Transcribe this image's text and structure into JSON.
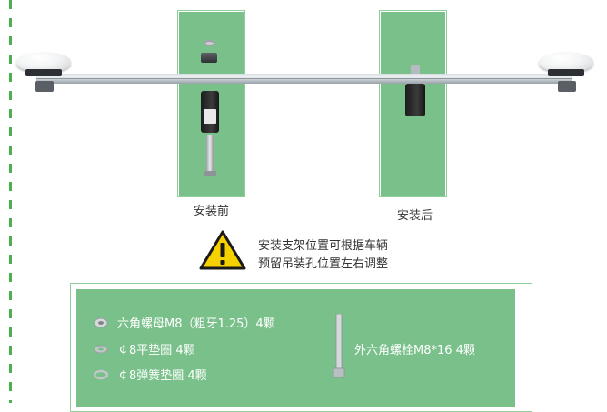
{
  "colors": {
    "panel_green": "#79c08a",
    "dash_green": "#4cae4c",
    "warning_yellow": "#f5d100"
  },
  "captions": {
    "before": "安装前",
    "after": "安装后"
  },
  "warning": {
    "icon": "warning-triangle-icon",
    "line1": "安装支架位置可根据车辆",
    "line2": "预留吊装孔位置左右调整"
  },
  "parts": {
    "items": [
      {
        "icon": "hex-nut-icon",
        "label": "六角螺母M8（粗牙1.25）4颗"
      },
      {
        "icon": "flat-washer-icon",
        "label": "￠8平垫圈 4颗"
      },
      {
        "icon": "spring-washer-icon",
        "label": "￠8弹簧垫圈 4颗"
      }
    ],
    "bolt": {
      "icon": "hex-bolt-icon",
      "label": "外六角螺栓M8*16 4颗"
    }
  }
}
